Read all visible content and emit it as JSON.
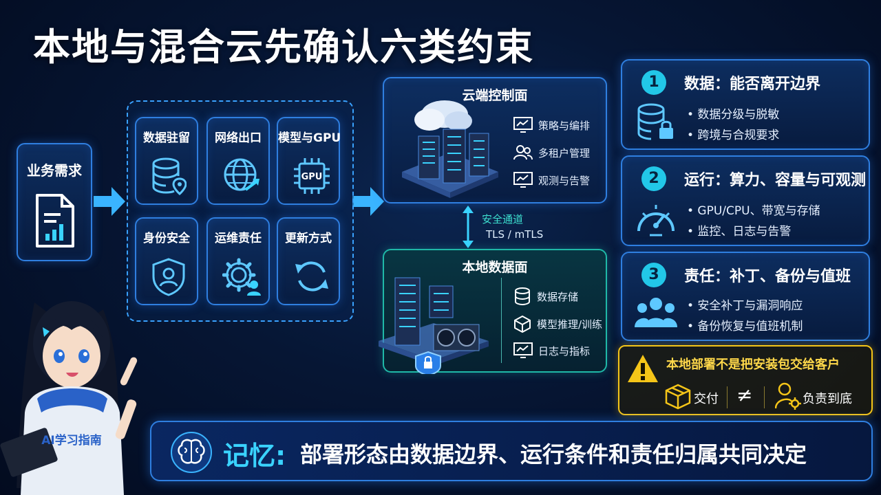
{
  "title": "本地与混合云先确认六类约束",
  "business": {
    "label": "业务需求"
  },
  "constraints": [
    {
      "label": "数据驻留",
      "icon": "database-location-icon"
    },
    {
      "label": "网络出口",
      "icon": "globe-arrow-icon"
    },
    {
      "label": "模型与GPU",
      "icon": "gpu-chip-icon",
      "chip_text": "GPU"
    },
    {
      "label": "身份安全",
      "icon": "shield-user-icon"
    },
    {
      "label": "运维责任",
      "icon": "gear-user-icon"
    },
    {
      "label": "更新方式",
      "icon": "refresh-icon"
    }
  ],
  "cloud": {
    "title": "云端控制面",
    "features": [
      "策略与编排",
      "多租户管理",
      "观测与告警"
    ]
  },
  "channel": {
    "label": "安全通道",
    "sub": "TLS / mTLS"
  },
  "local": {
    "title": "本地数据面",
    "features": [
      "数据存储",
      "模型推理/训练",
      "日志与指标"
    ]
  },
  "cards": [
    {
      "num": "1",
      "title": "数据：能否离开边界",
      "bullets": [
        "• 数据分级与脱敏",
        "• 跨境与合规要求"
      ],
      "icon": "database-lock-icon"
    },
    {
      "num": "2",
      "title": "运行：算力、容量与可观测",
      "bullets": [
        "• GPU/CPU、带宽与存储",
        "• 监控、日志与告警"
      ],
      "icon": "gauge-icon"
    },
    {
      "num": "3",
      "title": "责任：补丁、备份与值班",
      "bullets": [
        "• 安全补丁与漏洞响应",
        "• 备份恢复与值班机制"
      ],
      "icon": "team-icon"
    }
  ],
  "warning": {
    "title": "本地部署不是把安装包交给客户",
    "left": "交付",
    "neq": "≠",
    "right": "负责到底"
  },
  "memory": {
    "label": "记忆:",
    "text": "部署形态由数据边界、运行条件和责任归属共同决定"
  },
  "mascot": {
    "hoodie_text": "AI学习指南"
  },
  "colors": {
    "accent": "#22c7e8",
    "teal": "#1fb9a8",
    "warning": "#f5c518",
    "border": "#2f7fe0"
  }
}
